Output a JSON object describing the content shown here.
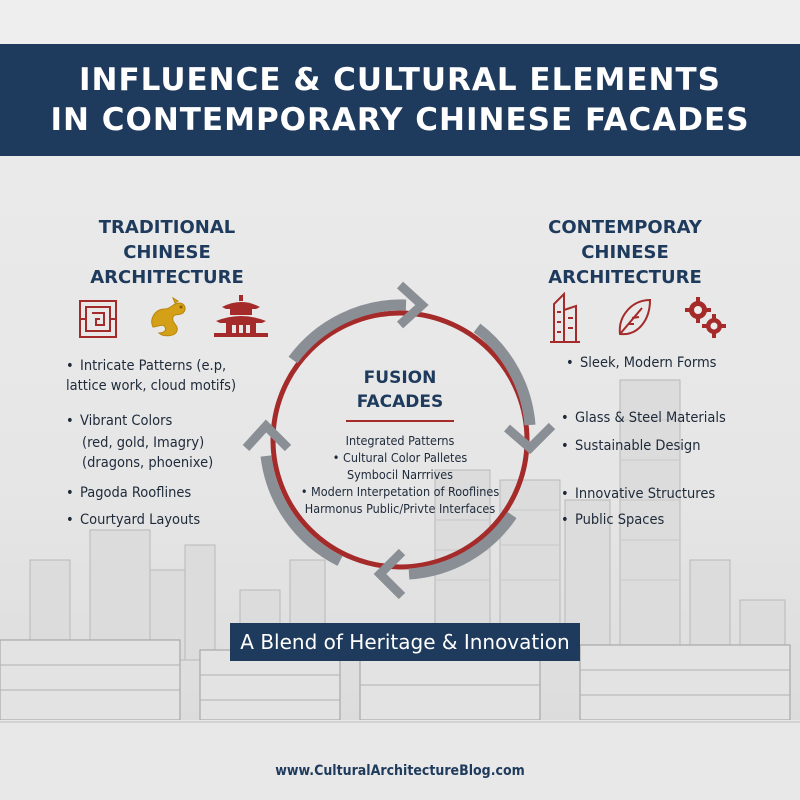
{
  "header": {
    "title_line1": "INFLUENCE & CULTURAL ELEMENTS",
    "title_line2": "IN CONTEMPORARY CHINESE FACADES"
  },
  "traditional": {
    "title_lines": [
      "TRADITIONAL",
      "CHINESE",
      "ARCHITECTURE"
    ],
    "icons": [
      "lattice-pattern-icon",
      "dragon-icon",
      "pagoda-icon"
    ],
    "bullets": [
      {
        "line1": "Intricate Patterns (e.p,",
        "line2": "lattice work, cloud motifs)"
      },
      {
        "line1": "Vibrant Colors",
        "line2": "(red, gold, Imagry)",
        "line3": "(dragons, phoenixe)"
      },
      {
        "line1": "Pagoda Rooflines"
      },
      {
        "line1": "Courtyard Layouts"
      }
    ]
  },
  "contemporary": {
    "title_lines": [
      "CONTEMPORAY",
      "CHINESE",
      "ARCHITECTURE"
    ],
    "icons": [
      "skyscraper-icon",
      "leaf-icon",
      "gears-icon"
    ],
    "bullets": [
      "Sleek, Modern Forms",
      "Glass & Steel Materials",
      "Sustainable Design",
      "Innovative Structures",
      "Public Spaces"
    ]
  },
  "fusion": {
    "title_lines": [
      "FUSION",
      "FACADES"
    ],
    "items": [
      "Integrated Patterns",
      "Cultural Color Palletes",
      "Symbocil Narrrives",
      "Modern Interpetation of Rooflines",
      "Harmonus Public/Privte Interfaces"
    ]
  },
  "colors": {
    "navy": "#1e3a5c",
    "red": "#a52a2a",
    "gray_arrow": "#8a8f96"
  },
  "blend_label": "A Blend of Heritage & Innovation",
  "footer": "www.CulturalArchitectureBlog.com"
}
